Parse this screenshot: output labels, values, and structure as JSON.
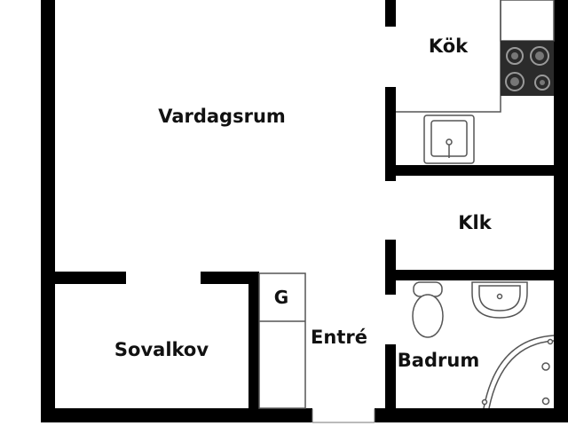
{
  "rooms": {
    "kitchen": "Kök",
    "living_room": "Vardagsrum",
    "closet": "Klk",
    "bedroom_alcove": "Sovalkov",
    "entrance": "Entré",
    "bathroom": "Badrum",
    "wardrobe": "G"
  },
  "colors": {
    "wall": "#000000",
    "fixture_line": "#555555",
    "floor": "#ffffff",
    "stove": "#2b2b2b"
  },
  "icons": {
    "stove": "stove-icon",
    "kitchen_sink": "kitchen-sink-icon",
    "toilet": "toilet-icon",
    "washbasin": "washbasin-icon",
    "shower": "shower-icon"
  }
}
